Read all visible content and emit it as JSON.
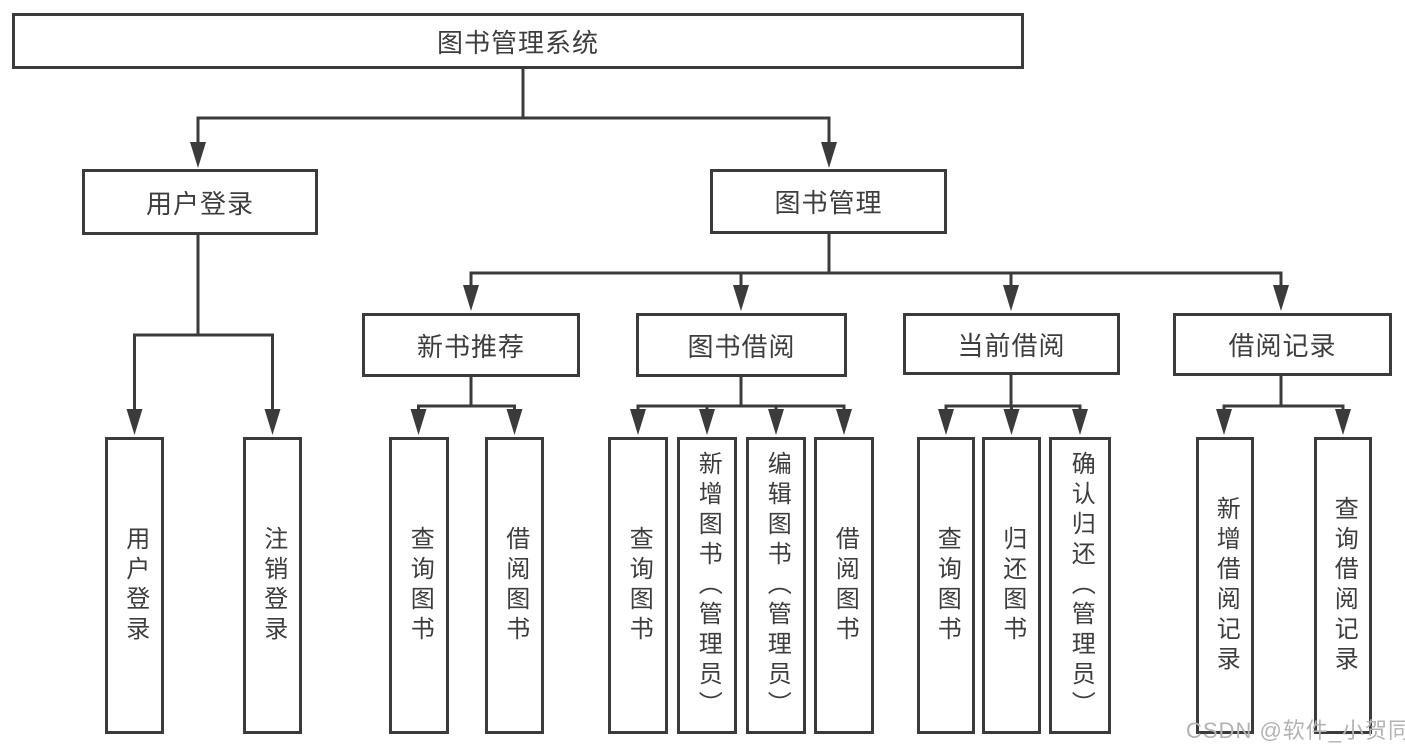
{
  "diagram_title": "图书管理系统",
  "tree": {
    "root": "图书管理系统",
    "children": [
      {
        "label": "用户登录",
        "children": [
          {
            "label": "用户登录"
          },
          {
            "label": "注销登录"
          }
        ]
      },
      {
        "label": "图书管理",
        "children": [
          {
            "label": "新书推荐",
            "children": [
              {
                "label": "查询图书"
              },
              {
                "label": "借阅图书"
              }
            ]
          },
          {
            "label": "图书借阅",
            "children": [
              {
                "label": "查询图书"
              },
              {
                "label": "新增图书（管理员）"
              },
              {
                "label": "编辑图书（管理员）"
              },
              {
                "label": "借阅图书"
              }
            ]
          },
          {
            "label": "当前借阅",
            "children": [
              {
                "label": "查询图书"
              },
              {
                "label": "归还图书"
              },
              {
                "label": "确认归还（管理员）"
              }
            ]
          },
          {
            "label": "借阅记录",
            "children": [
              {
                "label": "新增借阅记录"
              },
              {
                "label": "查询借阅记录"
              }
            ]
          }
        ]
      }
    ]
  },
  "watermark": {
    "text": "CSDN @软件_小贺同学"
  },
  "colors": {
    "line": "#3b3b3b",
    "text": "#3d3d3d",
    "watermark": "#b3b3b3",
    "background": "#ffffff"
  }
}
